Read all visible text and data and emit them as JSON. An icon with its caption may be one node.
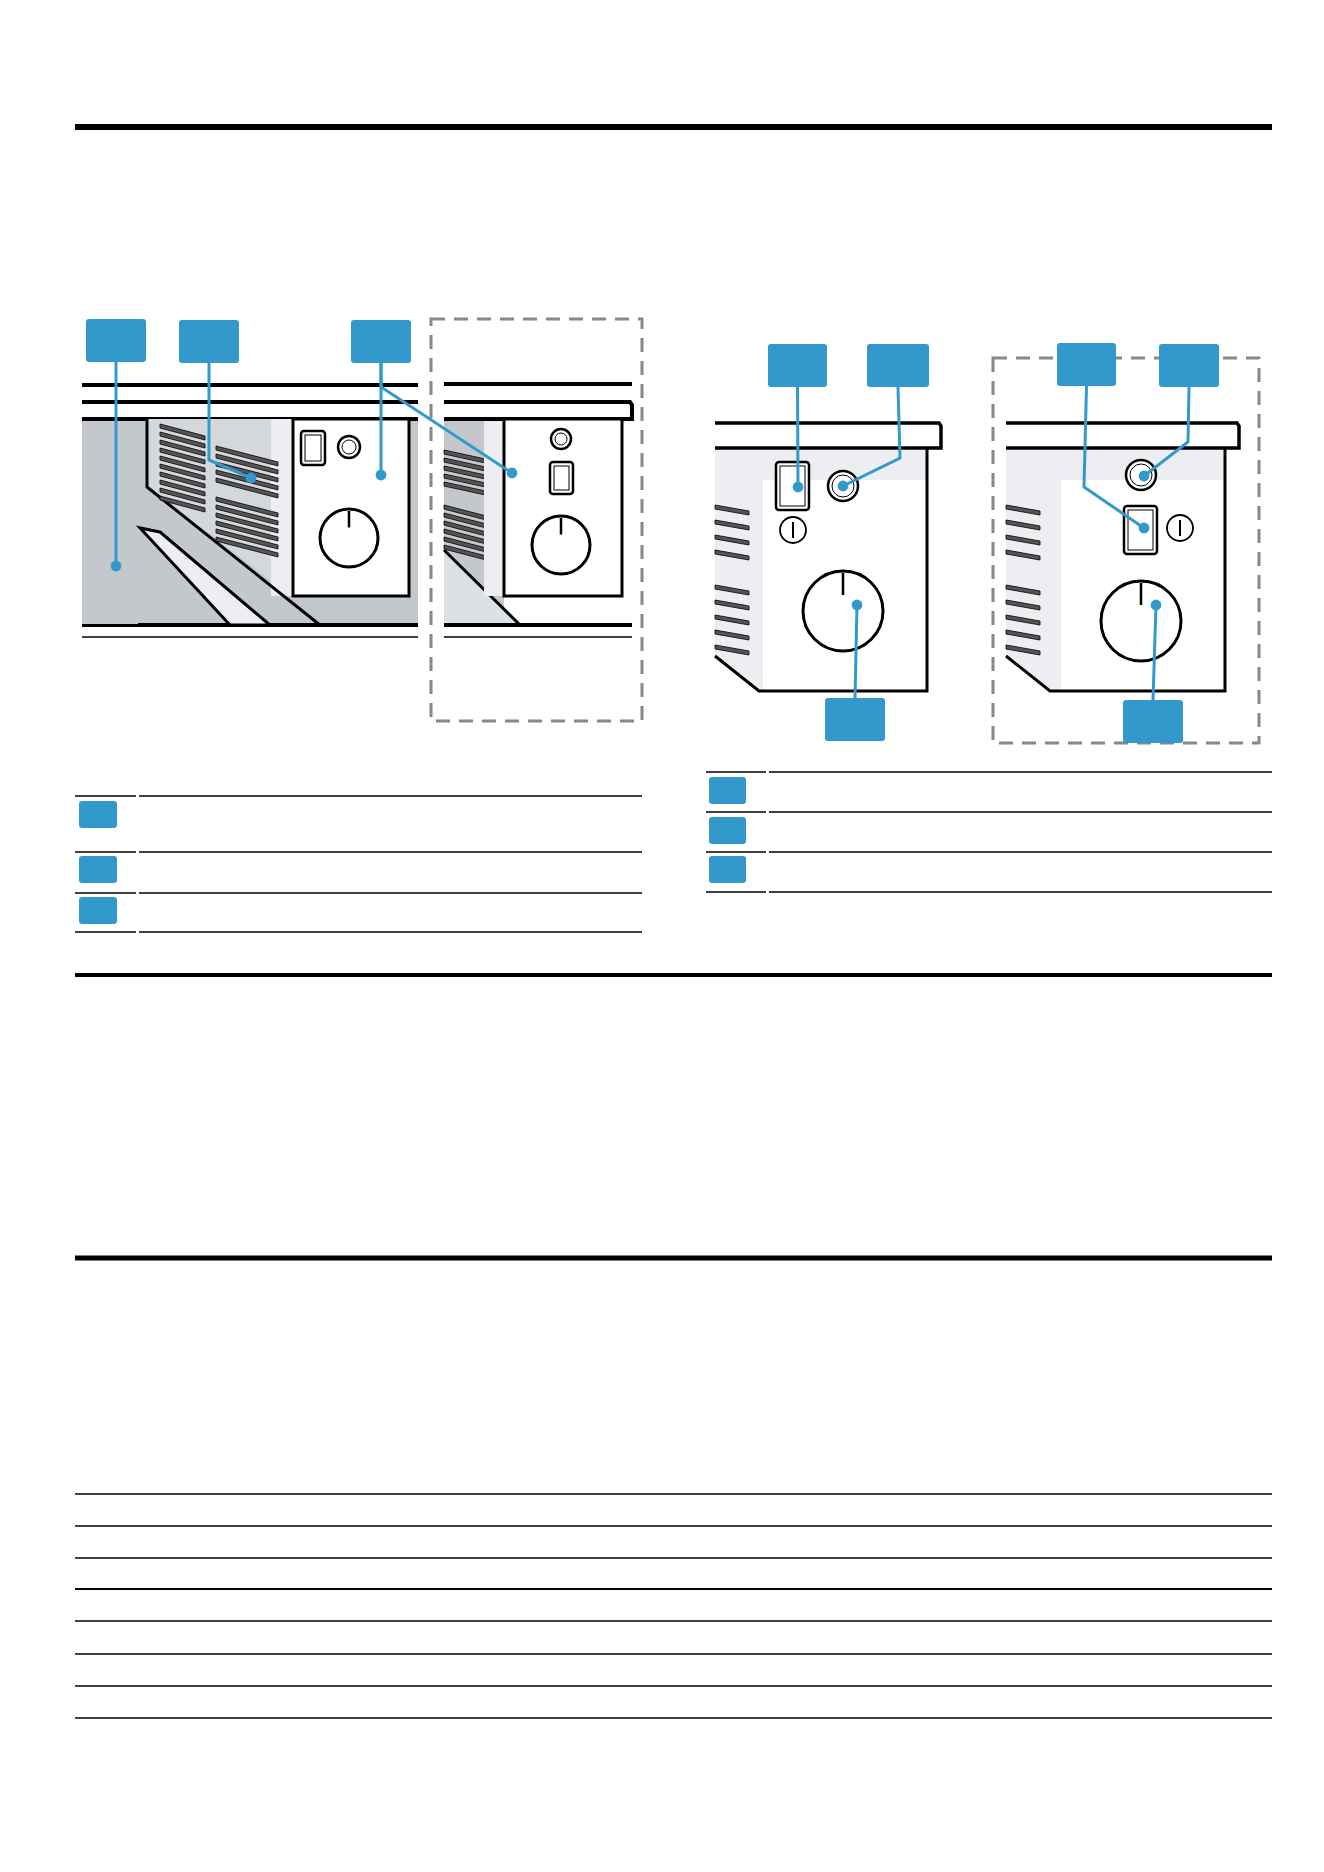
{
  "diagram": {
    "nodes": [
      {
        "text": [],
        "shape": "box"
      },
      {
        "text": [],
        "shape": "box"
      },
      {
        "text": [],
        "shape": "box"
      },
      {
        "text": [],
        "shape": "box"
      },
      {
        "text": [],
        "shape": "box"
      },
      {
        "text": [],
        "shape": "box"
      },
      {
        "text": [],
        "shape": "box"
      },
      {
        "text": [],
        "shape": "box"
      },
      {
        "text": [],
        "shape": "box"
      },
      {
        "text": [],
        "shape": "box"
      },
      {
        "text": [],
        "shape": "box"
      },
      {
        "text": [],
        "shape": "box"
      },
      {
        "text": [],
        "shape": "box"
      },
      {
        "text": [],
        "shape": "box"
      },
      {
        "text": [],
        "shape": "box"
      },
      {
        "text": [],
        "shape": "box"
      },
      {
        "text": [],
        "shape": "bar"
      },
      {
        "text": [],
        "shape": "box"
      },
      {
        "text": [],
        "shape": "box"
      },
      {
        "text": [],
        "shape": "box"
      },
      {
        "text": [],
        "shape": "circle"
      },
      {
        "text": [],
        "shape": "circle"
      },
      {
        "text": [],
        "shape": "circle"
      },
      {
        "text": [],
        "shape": "box"
      },
      {
        "text": [],
        "shape": "circle"
      }
    ],
    "edges": [
      {
        "from": 0,
        "to": 15,
        "arrow": "other"
      },
      {
        "from": 1,
        "to": 16,
        "arrow": "other"
      },
      {
        "from": 2,
        "to": 17,
        "arrow": "other"
      },
      {
        "from": 2,
        "to": 18,
        "arrow": "other"
      },
      {
        "from": 3,
        "to": 19,
        "arrow": "other"
      },
      {
        "from": 4,
        "to": 20,
        "arrow": "other"
      },
      {
        "from": 5,
        "to": 23,
        "arrow": "other"
      },
      {
        "from": 6,
        "to": 22,
        "arrow": "other"
      },
      {
        "from": 7,
        "to": 21,
        "arrow": "other"
      },
      {
        "from": 8,
        "to": 24,
        "arrow": "other"
      }
    ]
  }
}
